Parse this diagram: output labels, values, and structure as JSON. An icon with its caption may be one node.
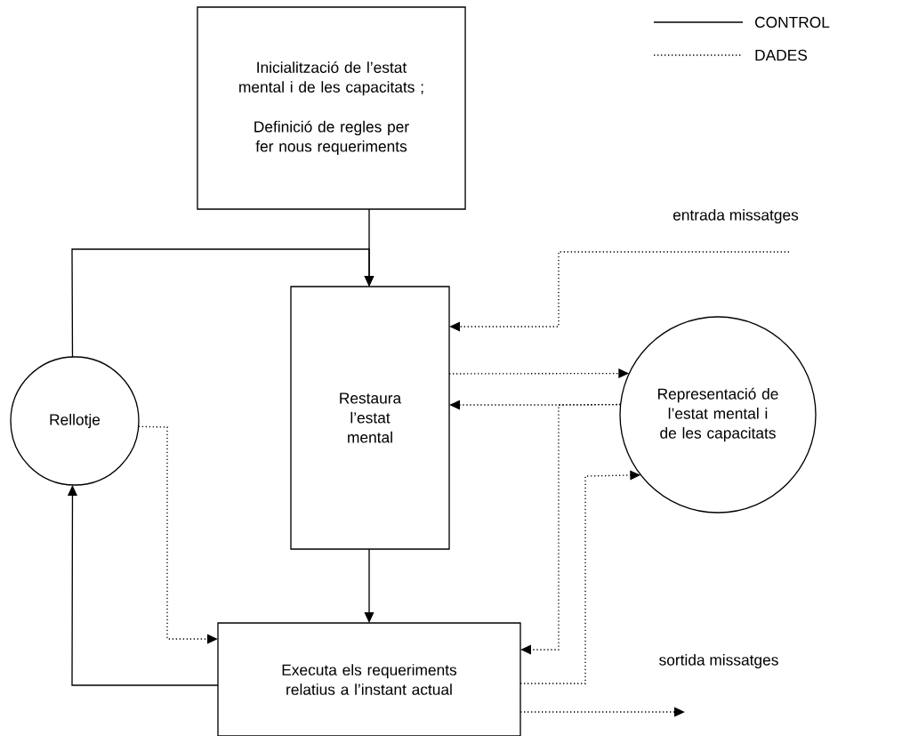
{
  "diagram": {
    "nodes": [
      {
        "text": [
          "Inicialització de l’estat mental i de les capacitats ;",
          "Definició de regles per fer nous requeriments"
        ]
      },
      {
        "text": [
          "Restaura l’estat mental"
        ]
      },
      {
        "text": [
          "Rellotje"
        ]
      },
      {
        "text": [
          "Representació de l’estat mental i de les capacitats"
        ]
      },
      {
        "text": [
          "Executa els requeriments relatius a l’instant actual"
        ]
      }
    ],
    "edges": [
      {
        "from": 0,
        "to": 1,
        "arrow": "to"
      },
      {
        "from": 2,
        "to": 1,
        "arrow": "to"
      },
      {
        "from": 1,
        "to": 4,
        "arrow": "to"
      },
      {
        "from": 4,
        "to": 2,
        "arrow": "to"
      },
      {
        "from": 2,
        "to": 4,
        "arrow": "to",
        "style": "dashed"
      },
      {
        "from": null,
        "to": 1,
        "arrow": "to",
        "style": "dashed"
      },
      {
        "from": 1,
        "to": 3,
        "arrow": "to",
        "style": "dashed"
      },
      {
        "from": 3,
        "to": 1,
        "arrow": "to",
        "style": "dashed"
      },
      {
        "from": 3,
        "to": 4,
        "arrow": "to",
        "style": "dashed"
      },
      {
        "from": 4,
        "to": 3,
        "arrow": "to",
        "style": "dashed"
      },
      {
        "from": 4,
        "to": null,
        "arrow": "to",
        "style": "dashed"
      }
    ],
    "labels": [
      "entrada missatges",
      "sortida missatges"
    ],
    "legend": [
      {
        "text": "CONTROL"
      },
      {
        "text": "DADES"
      }
    ]
  }
}
